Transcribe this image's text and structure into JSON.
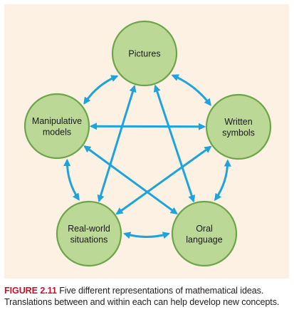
{
  "diagram": {
    "nodes": [
      {
        "id": "pictures",
        "lines": [
          "Pictures"
        ]
      },
      {
        "id": "manipulative-models",
        "lines": [
          "Manipulative",
          "models"
        ]
      },
      {
        "id": "written-symbols",
        "lines": [
          "Written",
          "symbols"
        ]
      },
      {
        "id": "real-world-situations",
        "lines": [
          "Real-world",
          "situations"
        ]
      },
      {
        "id": "oral-language",
        "lines": [
          "Oral",
          "language"
        ]
      }
    ],
    "connections": [
      [
        "pictures",
        "manipulative-models"
      ],
      [
        "pictures",
        "written-symbols"
      ],
      [
        "manipulative-models",
        "real-world-situations"
      ],
      [
        "written-symbols",
        "oral-language"
      ],
      [
        "real-world-situations",
        "oral-language"
      ],
      [
        "manipulative-models",
        "written-symbols"
      ],
      [
        "pictures",
        "real-world-situations"
      ],
      [
        "pictures",
        "oral-language"
      ],
      [
        "manipulative-models",
        "oral-language"
      ],
      [
        "written-symbols",
        "real-world-situations"
      ]
    ],
    "colors": {
      "panel_background": "#fdf1e3",
      "node_fill": "#bcd896",
      "node_stroke": "#6da54a",
      "arrow": "#1ea3dc"
    }
  },
  "caption": {
    "label": "FIGURE 2.11",
    "text": "Five different representations of mathematical ideas. Translations between and within each can help develop new concepts.",
    "label_color": "#c8102e"
  }
}
